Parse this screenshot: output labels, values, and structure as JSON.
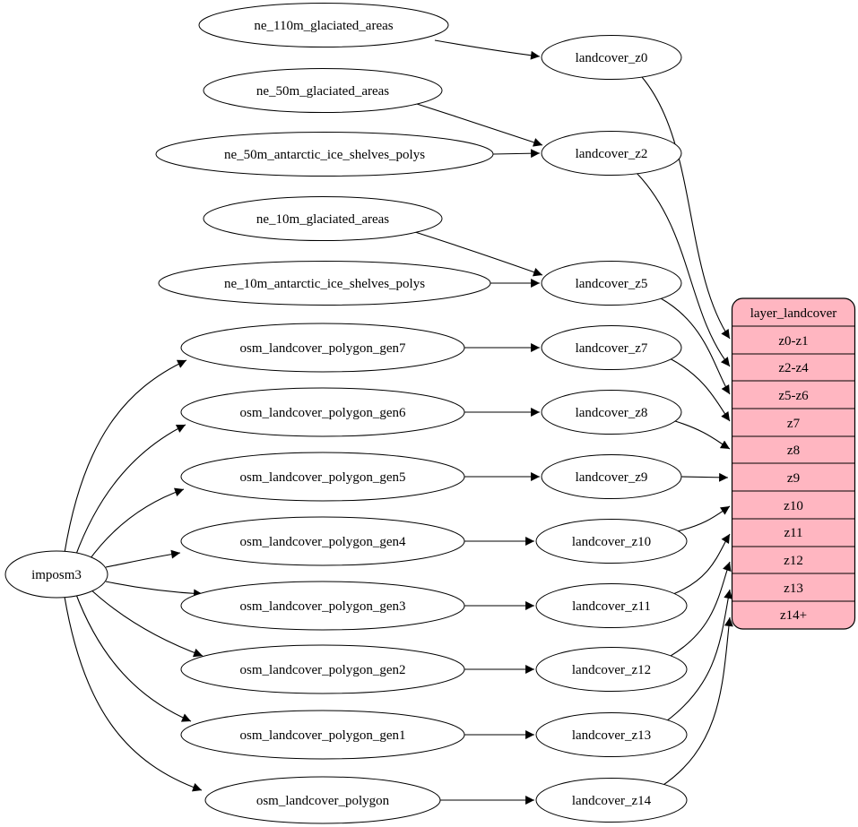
{
  "colors": {
    "background": "#ffffff",
    "node_fill": "#ffffff",
    "node_stroke": "#000000",
    "edge": "#000000",
    "table_fill": "#ffb6c1",
    "text": "#000000"
  },
  "nodes": {
    "importer": "imposm3",
    "sources": [
      "ne_110m_glaciated_areas",
      "ne_50m_glaciated_areas",
      "ne_50m_antarctic_ice_shelves_polys",
      "ne_10m_glaciated_areas",
      "ne_10m_antarctic_ice_shelves_polys",
      "osm_landcover_polygon_gen7",
      "osm_landcover_polygon_gen6",
      "osm_landcover_polygon_gen5",
      "osm_landcover_polygon_gen4",
      "osm_landcover_polygon_gen3",
      "osm_landcover_polygon_gen2",
      "osm_landcover_polygon_gen1",
      "osm_landcover_polygon"
    ],
    "zooms": [
      "landcover_z0",
      "landcover_z2",
      "landcover_z5",
      "landcover_z7",
      "landcover_z8",
      "landcover_z9",
      "landcover_z10",
      "landcover_z11",
      "landcover_z12",
      "landcover_z13",
      "landcover_z14"
    ],
    "table": {
      "title": "layer_landcover",
      "rows": [
        "z0-z1",
        "z2-z4",
        "z5-z6",
        "z7",
        "z8",
        "z9",
        "z10",
        "z11",
        "z12",
        "z13",
        "z14+"
      ]
    }
  },
  "edges": [
    {
      "from": "ne_110m_glaciated_areas",
      "to": "landcover_z0"
    },
    {
      "from": "ne_50m_glaciated_areas",
      "to": "landcover_z2"
    },
    {
      "from": "ne_50m_antarctic_ice_shelves_polys",
      "to": "landcover_z2"
    },
    {
      "from": "ne_10m_glaciated_areas",
      "to": "landcover_z5"
    },
    {
      "from": "ne_10m_antarctic_ice_shelves_polys",
      "to": "landcover_z5"
    },
    {
      "from": "osm_landcover_polygon_gen7",
      "to": "landcover_z7"
    },
    {
      "from": "osm_landcover_polygon_gen6",
      "to": "landcover_z8"
    },
    {
      "from": "osm_landcover_polygon_gen5",
      "to": "landcover_z9"
    },
    {
      "from": "osm_landcover_polygon_gen4",
      "to": "landcover_z10"
    },
    {
      "from": "osm_landcover_polygon_gen3",
      "to": "landcover_z11"
    },
    {
      "from": "osm_landcover_polygon_gen2",
      "to": "landcover_z12"
    },
    {
      "from": "osm_landcover_polygon_gen1",
      "to": "landcover_z13"
    },
    {
      "from": "osm_landcover_polygon",
      "to": "landcover_z14"
    },
    {
      "from": "imposm3",
      "to": "osm_landcover_polygon_gen7"
    },
    {
      "from": "imposm3",
      "to": "osm_landcover_polygon_gen6"
    },
    {
      "from": "imposm3",
      "to": "osm_landcover_polygon_gen5"
    },
    {
      "from": "imposm3",
      "to": "osm_landcover_polygon_gen4"
    },
    {
      "from": "imposm3",
      "to": "osm_landcover_polygon_gen3"
    },
    {
      "from": "imposm3",
      "to": "osm_landcover_polygon_gen2"
    },
    {
      "from": "imposm3",
      "to": "osm_landcover_polygon_gen1"
    },
    {
      "from": "imposm3",
      "to": "osm_landcover_polygon"
    },
    {
      "from": "landcover_z0",
      "to": "layer_landcover.z0-z1"
    },
    {
      "from": "landcover_z2",
      "to": "layer_landcover.z2-z4"
    },
    {
      "from": "landcover_z5",
      "to": "layer_landcover.z5-z6"
    },
    {
      "from": "landcover_z7",
      "to": "layer_landcover.z7"
    },
    {
      "from": "landcover_z8",
      "to": "layer_landcover.z8"
    },
    {
      "from": "landcover_z9",
      "to": "layer_landcover.z9"
    },
    {
      "from": "landcover_z10",
      "to": "layer_landcover.z10"
    },
    {
      "from": "landcover_z11",
      "to": "layer_landcover.z11"
    },
    {
      "from": "landcover_z12",
      "to": "layer_landcover.z12"
    },
    {
      "from": "landcover_z13",
      "to": "layer_landcover.z13"
    },
    {
      "from": "landcover_z14",
      "to": "layer_landcover.z14+"
    }
  ]
}
